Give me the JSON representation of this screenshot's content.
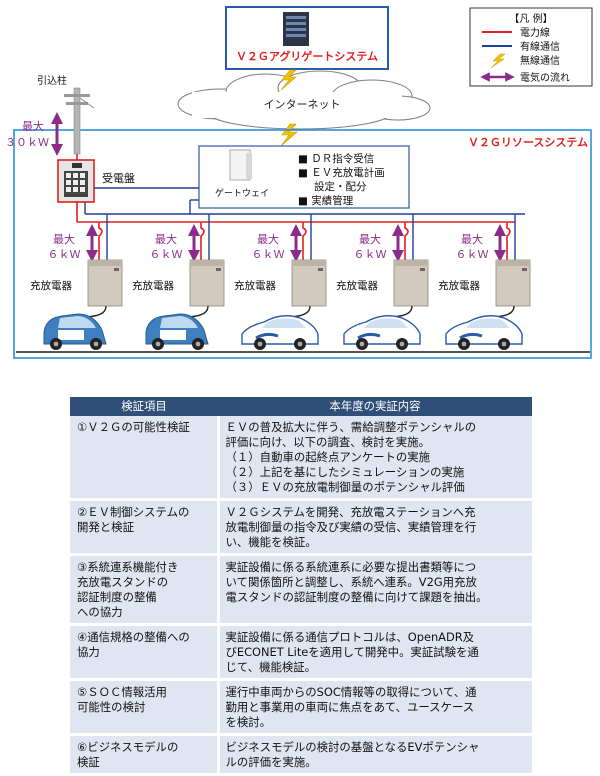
{
  "legend": {
    "title": "【凡 例】",
    "items": [
      {
        "label": "電力線",
        "color": "#e02020"
      },
      {
        "label": "有線通信",
        "color": "#1f3f9a"
      },
      {
        "label": "無線通信",
        "color": "#f2c200"
      },
      {
        "label": "電気の流れ",
        "color": "#8b2c8b"
      }
    ]
  },
  "aggregator_label": "Ｖ２Ｇアグリゲートシステム",
  "internet_label": "インターネット",
  "pole_label": "引込柱",
  "max_30": [
    "最大",
    "３０ｋＷ"
  ],
  "panel_label": "受電盤",
  "resource_label": "Ｖ２Ｇリソースシステム",
  "gateway_label": "ゲートウェイ",
  "gateway_functions": [
    "■ ＤＲ指令受信",
    "■ ＥＶ充放電計画",
    "設定・配分",
    "■ 実績管理"
  ],
  "chargers": [
    {
      "max": [
        "最大",
        "６ｋＷ"
      ],
      "label": "充放電器"
    },
    {
      "max": [
        "最大",
        "６ｋＷ"
      ],
      "label": "充放電器"
    },
    {
      "max": [
        "最大",
        "６ｋＷ"
      ],
      "label": "充放電器"
    },
    {
      "max": [
        "最大",
        "６ｋＷ"
      ],
      "label": "充放電器"
    },
    {
      "max": [
        "最大",
        "６ｋＷ"
      ],
      "label": "充放電器"
    }
  ],
  "table": {
    "headers": [
      "検証項目",
      "本年度の実証内容"
    ],
    "rows": [
      {
        "item": [
          "①Ｖ２Ｇの可能性検証"
        ],
        "content": [
          "ＥＶの普及拡大に伴う、需給調整ポテンシャルの",
          "評価に向け、以下の調査、検討を実施。",
          "（１）自動車の起終点アンケートの実施",
          "（２）上記を基にしたシミュレーションの実施",
          "（３）ＥＶの充放電制御量のポテンシャル評価"
        ]
      },
      {
        "item": [
          "②ＥＶ制御システムの",
          "開発と検証"
        ],
        "content": [
          "Ｖ２Ｇシステムを開発、充放電ステーションへ充",
          "放電制御量の指令及び実績の受信、実績管理を行",
          "い、機能を検証。"
        ]
      },
      {
        "item": [
          "③系統連系機能付き",
          "充放電スタンドの",
          "認証制度の整備",
          "への協力"
        ],
        "content": [
          "実証設備に係る系統連系に必要な提出書類等につ",
          "いて関係箇所と調整し、系統へ連系。V2G用充放",
          "電スタンドの認証制度の整備に向けて課題を抽出。"
        ]
      },
      {
        "item": [
          "④通信規格の整備への",
          "協力"
        ],
        "content": [
          "実証設備に係る通信プロトコルは、OpenADR及",
          "びECONET Liteを適用して開発中。実証試験を通",
          "じて、機能検証。"
        ]
      },
      {
        "item": [
          "⑤ＳＯＣ情報活用",
          "可能性の検討"
        ],
        "content": [
          "運行中車両からのSOC情報等の取得について、通",
          "勤用と事業用の車両に焦点をあて、ユースケース",
          "を検討。"
        ]
      },
      {
        "item": [
          "⑥ビジネスモデルの",
          "検証"
        ],
        "content": [
          "ビジネスモデルの検討の基盤となるEVポテンシャ",
          "ルの評価を実施。"
        ]
      }
    ]
  }
}
